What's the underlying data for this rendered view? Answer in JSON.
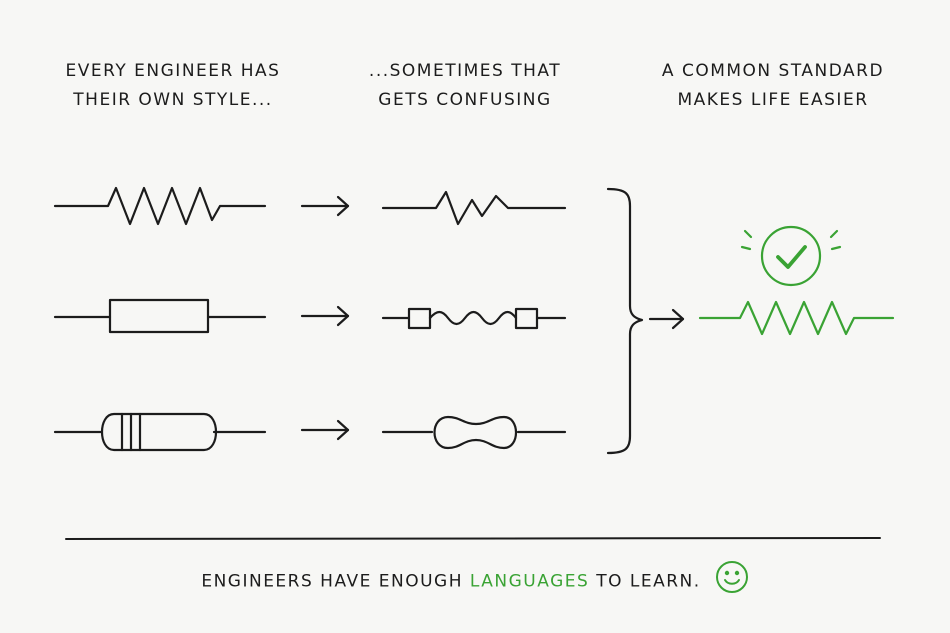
{
  "columns": [
    {
      "line1": "EVERY ENGINEER HAS",
      "line2": "THEIR OWN STYLE..."
    },
    {
      "line1": "...SOMETIMES THAT",
      "line2": "GETS CONFUSING"
    },
    {
      "line1": "A COMMON STANDARD",
      "line2": "MAKES LIFE EASIER"
    }
  ],
  "footer": {
    "before": "ENGINEERS HAVE ENOUGH ",
    "highlight": "LANGUAGES",
    "after": " TO LEARN."
  },
  "colors": {
    "ink": "#1c1c1c",
    "accent": "#3aa334",
    "background": "#f7f7f5"
  },
  "icons": [
    "checkmark-circle-icon",
    "smiley-icon"
  ]
}
